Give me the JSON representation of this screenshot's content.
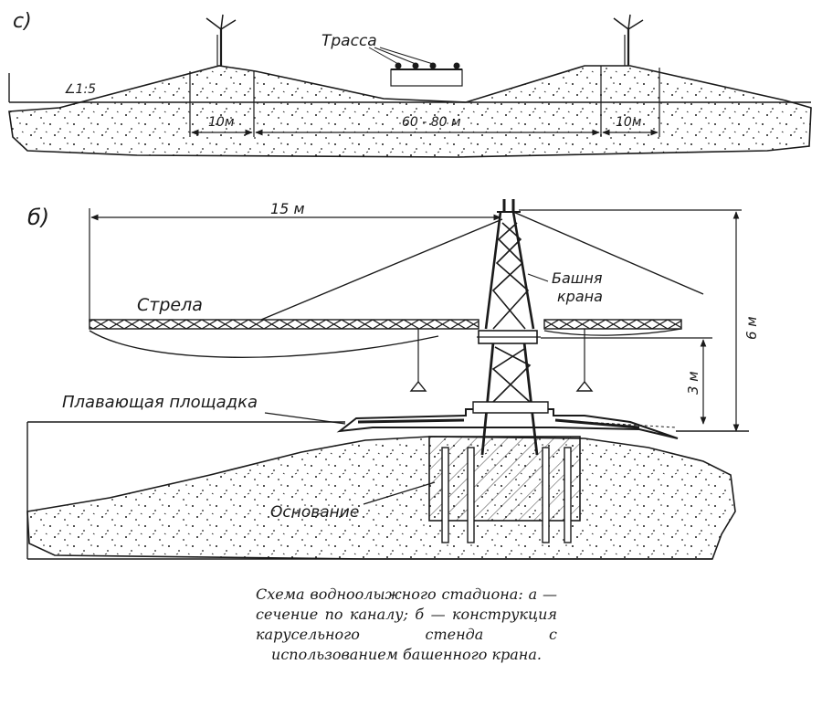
{
  "panel_a": {
    "label": "с)",
    "slope": "∠1:5",
    "route_label": "Трасса",
    "dim_left": "10м",
    "dim_middle": "60 - 80 м",
    "dim_right": "10м"
  },
  "panel_b": {
    "label": "б)",
    "dim_boom": "15 м",
    "dim_height_total": "6 м",
    "dim_height_platform": "3 м",
    "boom_label": "Стрела",
    "tower_label_line1": "Башня",
    "tower_label_line2": "крана",
    "platform_label": "Плавающая площадка",
    "base_label": "Основание"
  },
  "caption": "Схема водноолыжного стадиона: а — сечение по каналу; б — конструкция карусельного стенда с использованием башенного крана.",
  "colors": {
    "ink": "#1a1a1a",
    "paper": "#ffffff"
  }
}
